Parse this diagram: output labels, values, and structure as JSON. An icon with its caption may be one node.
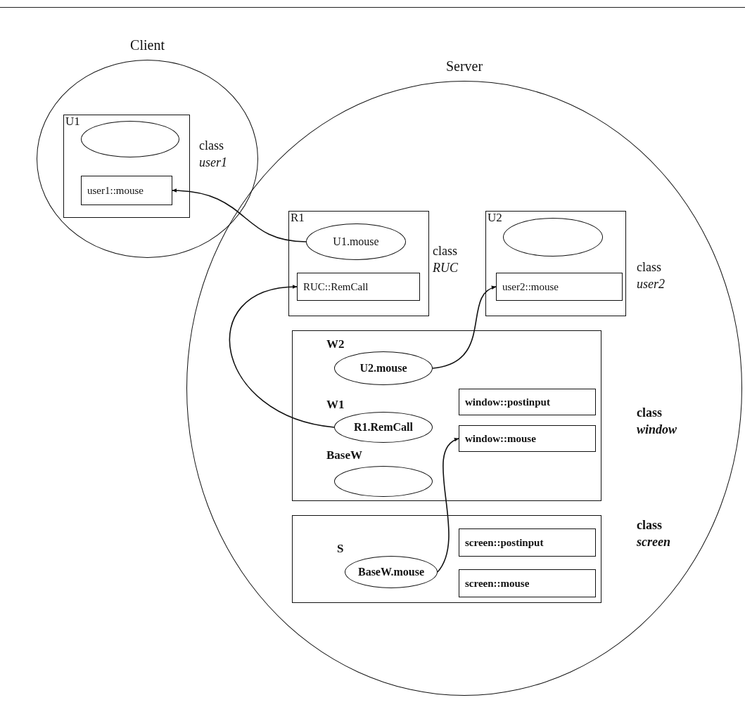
{
  "diagram": {
    "nodes": [
      {
        "text": [
          "Client"
        ]
      },
      {
        "text": [
          "U1"
        ],
        "in": 0,
        "beside": [
          "class *user1*"
        ]
      },
      {
        "text": [],
        "shape": "ellipse",
        "in": 1
      },
      {
        "text": [
          "user1::mouse"
        ],
        "in": 1
      },
      {
        "text": [
          "Server"
        ]
      },
      {
        "text": [
          "R1"
        ],
        "in": 4,
        "beside": [
          "class *RUC*"
        ]
      },
      {
        "text": [
          "U1.mouse"
        ],
        "in": 5
      },
      {
        "text": [
          "RUC::RemCall"
        ],
        "in": 5
      },
      {
        "text": [
          "U2"
        ],
        "in": 4,
        "beside": [
          "class *user2*"
        ]
      },
      {
        "text": [],
        "shape": "ellipse",
        "in": 8
      },
      {
        "text": [
          "user2::mouse"
        ],
        "in": 8
      },
      {
        "text": [],
        "shape": "box",
        "in": 4,
        "beside": [
          "class *window*"
        ]
      },
      {
        "text": [
          "W2",
          "U2.mouse"
        ],
        "in": 11
      },
      {
        "text": [
          "W1",
          "R1.RemCall"
        ],
        "in": 11
      },
      {
        "text": [
          "window::postinput"
        ],
        "in": 11
      },
      {
        "text": [
          "BaseW"
        ],
        "in": 11
      },
      {
        "text": [
          "window::mouse"
        ],
        "in": 11
      },
      {
        "text": [],
        "shape": "box",
        "in": 4,
        "beside": [
          "class *screen*"
        ]
      },
      {
        "text": [
          "S",
          "BaseW.mouse"
        ],
        "in": 17
      },
      {
        "text": [
          "screen::postinput"
        ],
        "in": 17
      },
      {
        "text": [
          "screen::mouse"
        ],
        "in": 17
      }
    ],
    "edges": [
      {
        "from": 6,
        "to": 3,
        "arrow": "to"
      },
      {
        "from": 13,
        "to": 7,
        "arrow": "to"
      },
      {
        "from": 12,
        "to": 10,
        "arrow": "to"
      },
      {
        "from": 18,
        "to": 16,
        "arrow": "to"
      }
    ]
  }
}
